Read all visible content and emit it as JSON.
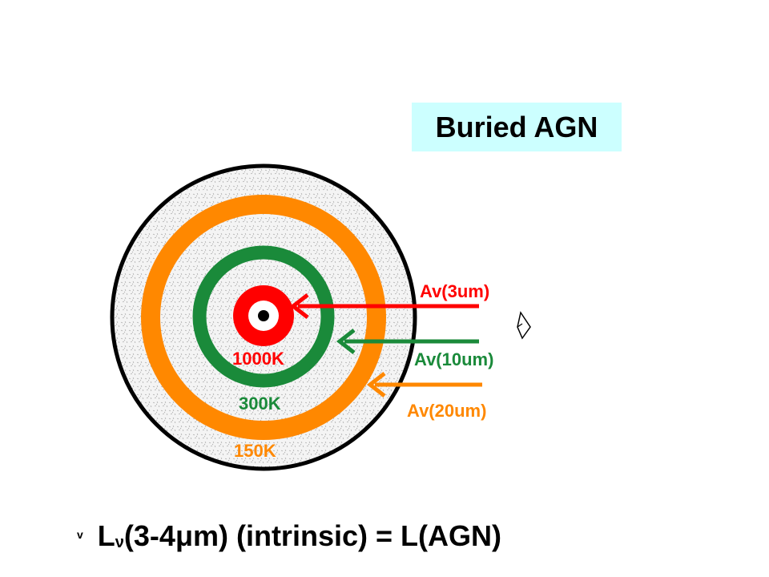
{
  "title": "Buried AGN",
  "zones": [
    {
      "temperature": "1000K",
      "color": "#ff0000"
    },
    {
      "temperature": "300K",
      "color": "#1a8a3a"
    },
    {
      "temperature": "150K",
      "color": "#ff8800"
    }
  ],
  "arrows": [
    {
      "label": "Av(3um)",
      "color": "#ff0000"
    },
    {
      "label": "Av(10um)",
      "color": "#1a8a3a"
    },
    {
      "label": "Av(20um)",
      "color": "#ff8800"
    }
  ],
  "observer_icon": "eye-icon",
  "formula": {
    "bullet": "v",
    "lhs_symbol": "L",
    "lhs_subscript": "ν",
    "rest": "(3-4μm) (intrinsic) = L(AGN)"
  }
}
